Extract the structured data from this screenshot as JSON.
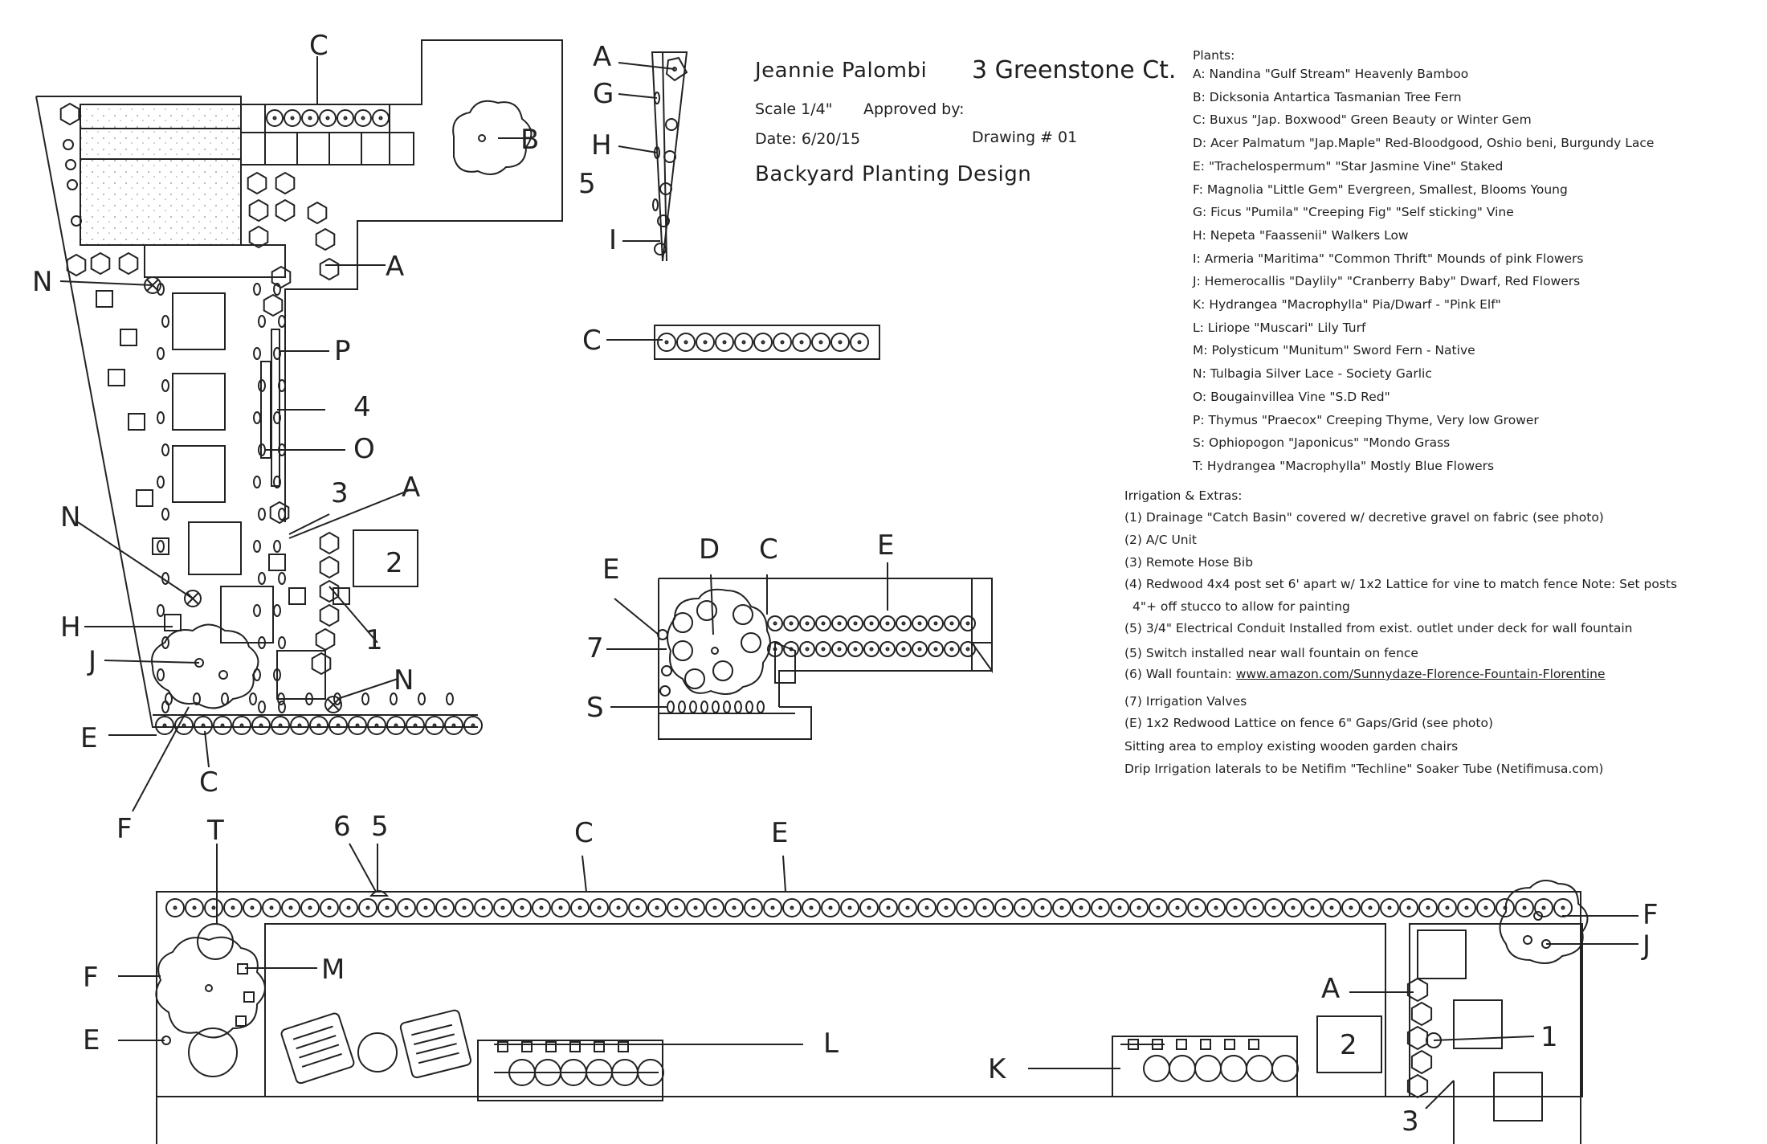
{
  "header": {
    "client": "Jeannie Palombi",
    "address": "3 Greenstone Ct.",
    "scale": "Scale 1/4\"",
    "approved": "Approved by:",
    "date": "Date: 6/20/15",
    "drawing": "Drawing # 01",
    "title": "Backyard Planting Design"
  },
  "plants": {
    "heading": "Plants:",
    "items": [
      "A: Nandina \"Gulf Stream\" Heavenly Bamboo",
      "B: Dicksonia Antartica Tasmanian Tree Fern",
      "C: Buxus \"Jap. Boxwood\" Green Beauty or Winter Gem",
      "D: Acer Palmatum \"Jap.Maple\" Red-Bloodgood, Oshio beni, Burgundy Lace",
      "E: \"Trachelospermum\" \"Star Jasmine Vine\" Staked",
      "F: Magnolia \"Little Gem\" Evergreen, Smallest, Blooms Young",
      "G: Ficus \"Pumila\" \"Creeping Fig\" \"Self sticking\" Vine",
      "H:  Nepeta \"Faassenii\" Walkers Low",
      "I:    Armeria \"Maritima\" \"Common Thrift\" Mounds of pink Flowers",
      "J: Hemerocallis \"Daylily\" \"Cranberry Baby\" Dwarf, Red Flowers",
      "K: Hydrangea \"Macrophylla\" Pia/Dwarf - \"Pink Elf\"",
      "L: Liriope \"Muscari\" Lily Turf",
      "M: Polysticum \"Munitum\" Sword Fern - Native",
      "N: Tulbagia Silver Lace - Society Garlic",
      "O: Bougainvillea Vine \"S.D Red\"",
      "P: Thymus \"Praecox\" Creeping Thyme, Very low Grower",
      "S: Ophiopogon \"Japonicus\" \"Mondo Grass",
      "T:  Hydrangea \"Macrophylla\" Mostly Blue Flowers"
    ]
  },
  "extras": {
    "heading": "Irrigation & Extras:",
    "items": [
      "(1) Drainage \"Catch Basin\" covered w/ decretive gravel on fabric (see photo)",
      "(2) A/C Unit",
      "(3) Remote Hose Bib",
      "(4) Redwood 4x4 post set 6' apart w/ 1x2 Lattice for vine to match fence Note: Set posts",
      "4\"+ off stucco to allow for painting",
      "(5) 3/4\" Electrical Conduit Installed from exist. outlet under deck for wall fountain",
      "(5) Switch installed near wall fountain on fence",
      "(7) Irrigation Valves",
      "(E) 1x2 Redwood Lattice on fence 6\" Gaps/Grid (see photo)",
      "Sitting area to employ existing wooden garden chairs",
      "Drip Irrigation laterals to be Netifim \"Techline\" Soaker Tube (Netifimusa.com)"
    ],
    "fountain_label": "(6) Wall fountain: ",
    "fountain_link": "www.amazon.com/Sunnydaze-Florence-Fountain-Florentine"
  },
  "callouts": {
    "A": "A",
    "B": "B",
    "C": "C",
    "D": "D",
    "E": "E",
    "F": "F",
    "G": "G",
    "H": "H",
    "I": "I",
    "J": "J",
    "K": "K",
    "L": "L",
    "M": "M",
    "N": "N",
    "O": "O",
    "P": "P",
    "S": "S",
    "T": "T",
    "one": "1",
    "two": "2",
    "three": "3",
    "four": "4",
    "five": "5",
    "six": "6",
    "seven": "7"
  },
  "colors": {
    "ink": "#222222",
    "paper": "#ffffff"
  }
}
